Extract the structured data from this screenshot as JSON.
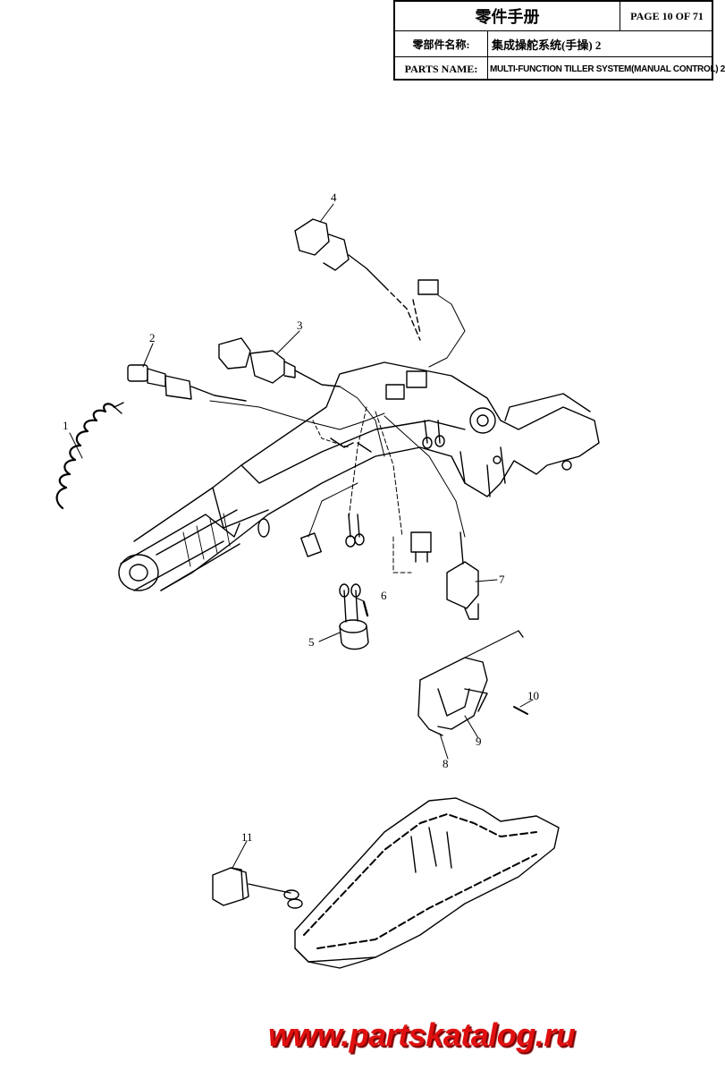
{
  "header": {
    "title": "零件手册",
    "page": "PAGE 10 OF 71",
    "cn_label": "零部件名称:",
    "cn_value": "集成操舵系统(手操) 2",
    "en_label": "PARTS NAME:",
    "en_value": "MULTI-FUNCTION TILLER SYSTEM(MANUAL CONTROL) 2"
  },
  "callouts": [
    "1",
    "2",
    "3",
    "4",
    "5",
    "6",
    "7",
    "8",
    "9",
    "10",
    "11"
  ],
  "watermark": "www.partskatalog.ru"
}
